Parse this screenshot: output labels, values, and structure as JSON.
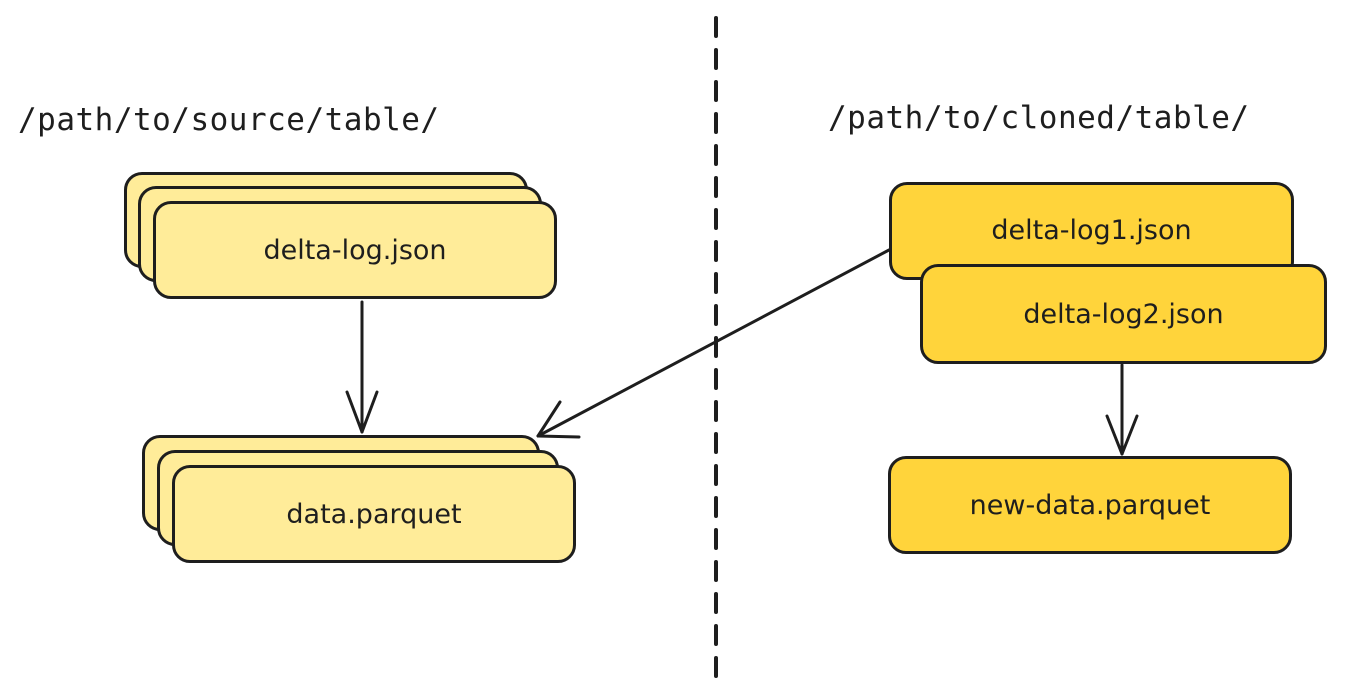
{
  "source": {
    "path_label": "/path/to/source/table/",
    "log_box_label": "delta-log.json",
    "data_box_label": "data.parquet"
  },
  "clone": {
    "path_label": "/path/to/cloned/table/",
    "log1_label": "delta-log1.json",
    "log2_label": "delta-log2.json",
    "data_box_label": "new-data.parquet"
  },
  "colors": {
    "source_fill": "#ffec99",
    "clone_fill": "#ffd43b",
    "stroke": "#1e1e1e"
  }
}
